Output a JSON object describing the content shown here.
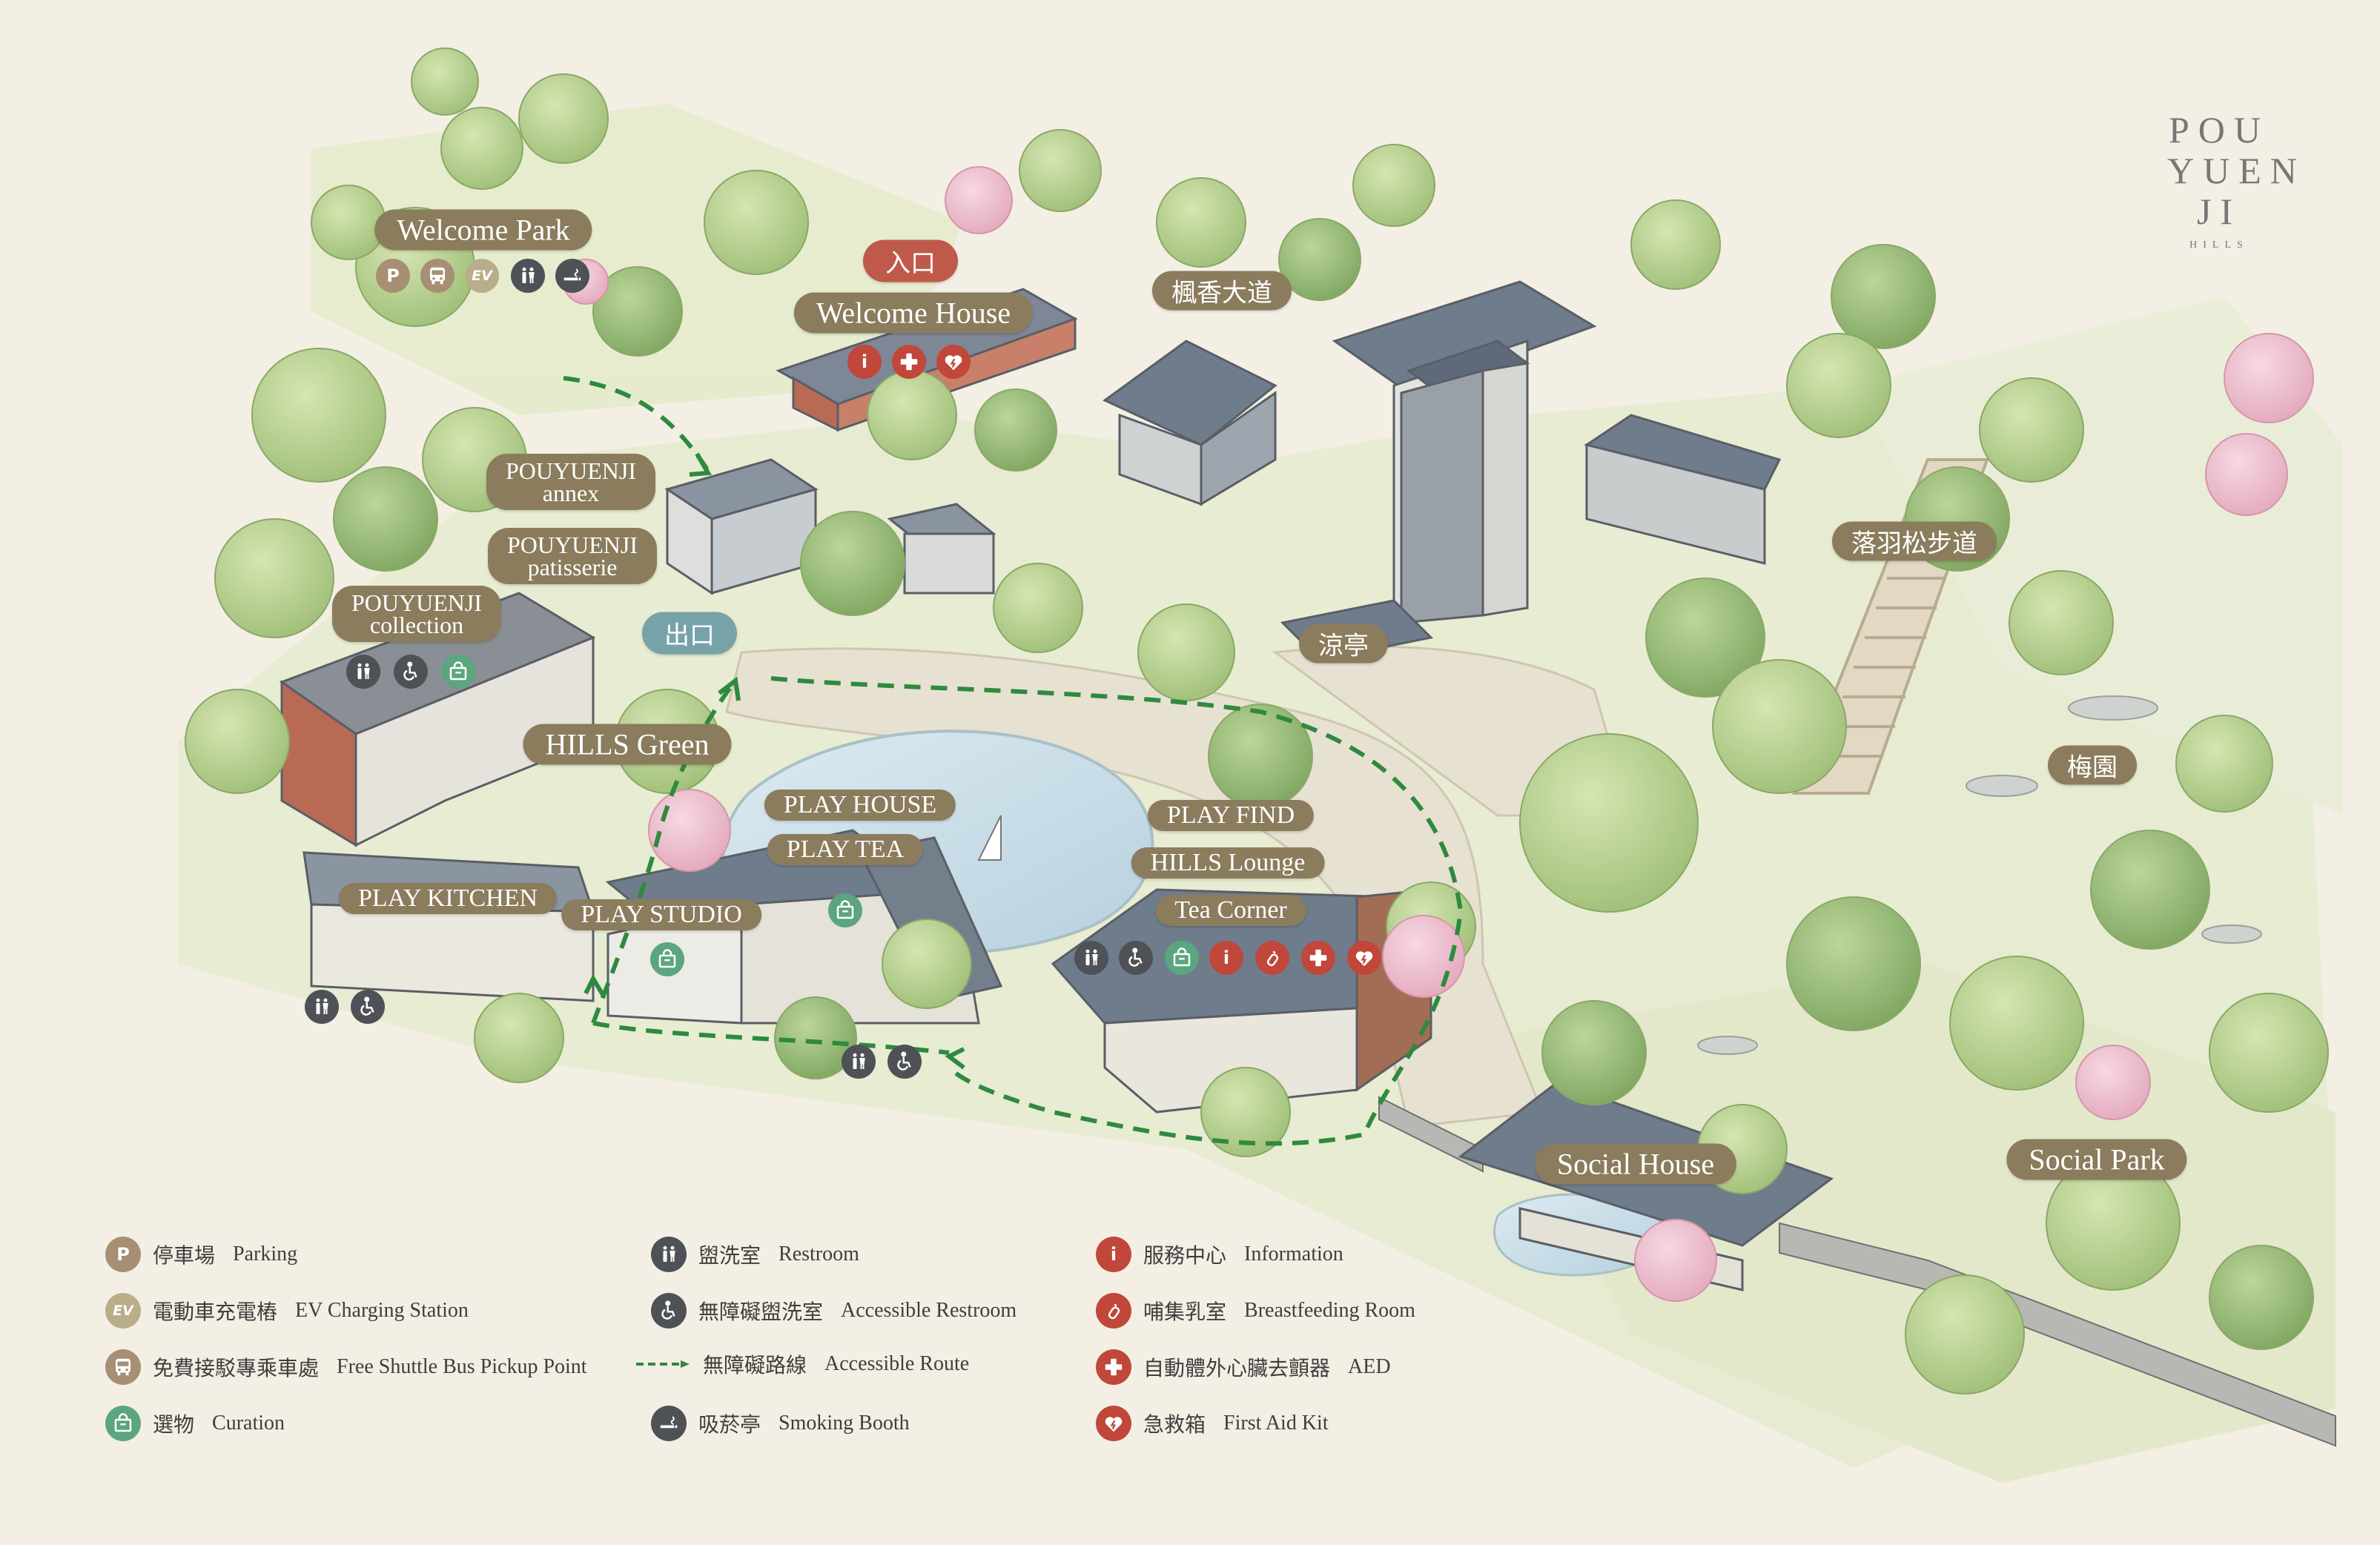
{
  "logo": {
    "line1": "POU",
    "line2": "YUEN",
    "line3": "JI",
    "sub": "HILLS"
  },
  "labels": {
    "welcome_park": "Welcome Park",
    "entrance": "入口",
    "welcome_house": "Welcome House",
    "maple_avenue": "楓香大道",
    "annex_1": "POUYUENJI",
    "annex_2": "annex",
    "patisserie_1": "POUYUENJI",
    "patisserie_2": "patisserie",
    "collection_1": "POUYUENJI",
    "collection_2": "collection",
    "exit": "出口",
    "pavilion": "涼亭",
    "pine_trail": "落羽松步道",
    "plum_garden": "梅園",
    "hills_green": "HILLS Green",
    "play_house": "PLAY HOUSE",
    "play_tea": "PLAY TEA",
    "play_find": "PLAY FIND",
    "hills_lounge": "HILLS Lounge",
    "tea_corner": "Tea Corner",
    "play_kitchen": "PLAY KITCHEN",
    "play_studio": "PLAY STUDIO",
    "social_house": "Social House",
    "social_park": "Social Park"
  },
  "icon_glyphs": {
    "parking": "P",
    "ev": "EV",
    "info": "i"
  },
  "legend": [
    {
      "icon": "parking-icon",
      "zh": "停車場",
      "en": "Parking"
    },
    {
      "icon": "ev-charging-icon",
      "zh": "電動車充電樁",
      "en": "EV Charging Station"
    },
    {
      "icon": "shuttle-bus-icon",
      "zh": "免費接駁專乘車處",
      "en": "Free Shuttle Bus Pickup Point"
    },
    {
      "icon": "curation-icon",
      "zh": "選物",
      "en": "Curation"
    },
    {
      "icon": "restroom-icon",
      "zh": "盥洗室",
      "en": "Restroom"
    },
    {
      "icon": "accessible-restroom-icon",
      "zh": "無障礙盥洗室",
      "en": "Accessible Restroom"
    },
    {
      "icon": "accessible-route-icon",
      "zh": "無障礙路線",
      "en": "Accessible Route"
    },
    {
      "icon": "smoking-booth-icon",
      "zh": "吸菸亭",
      "en": "Smoking Booth"
    },
    {
      "icon": "information-icon",
      "zh": "服務中心",
      "en": "Information"
    },
    {
      "icon": "breastfeeding-icon",
      "zh": "哺集乳室",
      "en": "Breastfeeding Room"
    },
    {
      "icon": "aed-icon",
      "zh": "自動體外心臟去顫器",
      "en": "AED"
    },
    {
      "icon": "first-aid-icon",
      "zh": "急救箱",
      "en": "First Aid Kit"
    }
  ],
  "colors": {
    "background": "#f3efe4",
    "label": "#8a7c5c",
    "route": "#2e8a3e",
    "tree": "#b7cf8e",
    "roof": "#6f7c8c",
    "brick": "#b96a55"
  }
}
